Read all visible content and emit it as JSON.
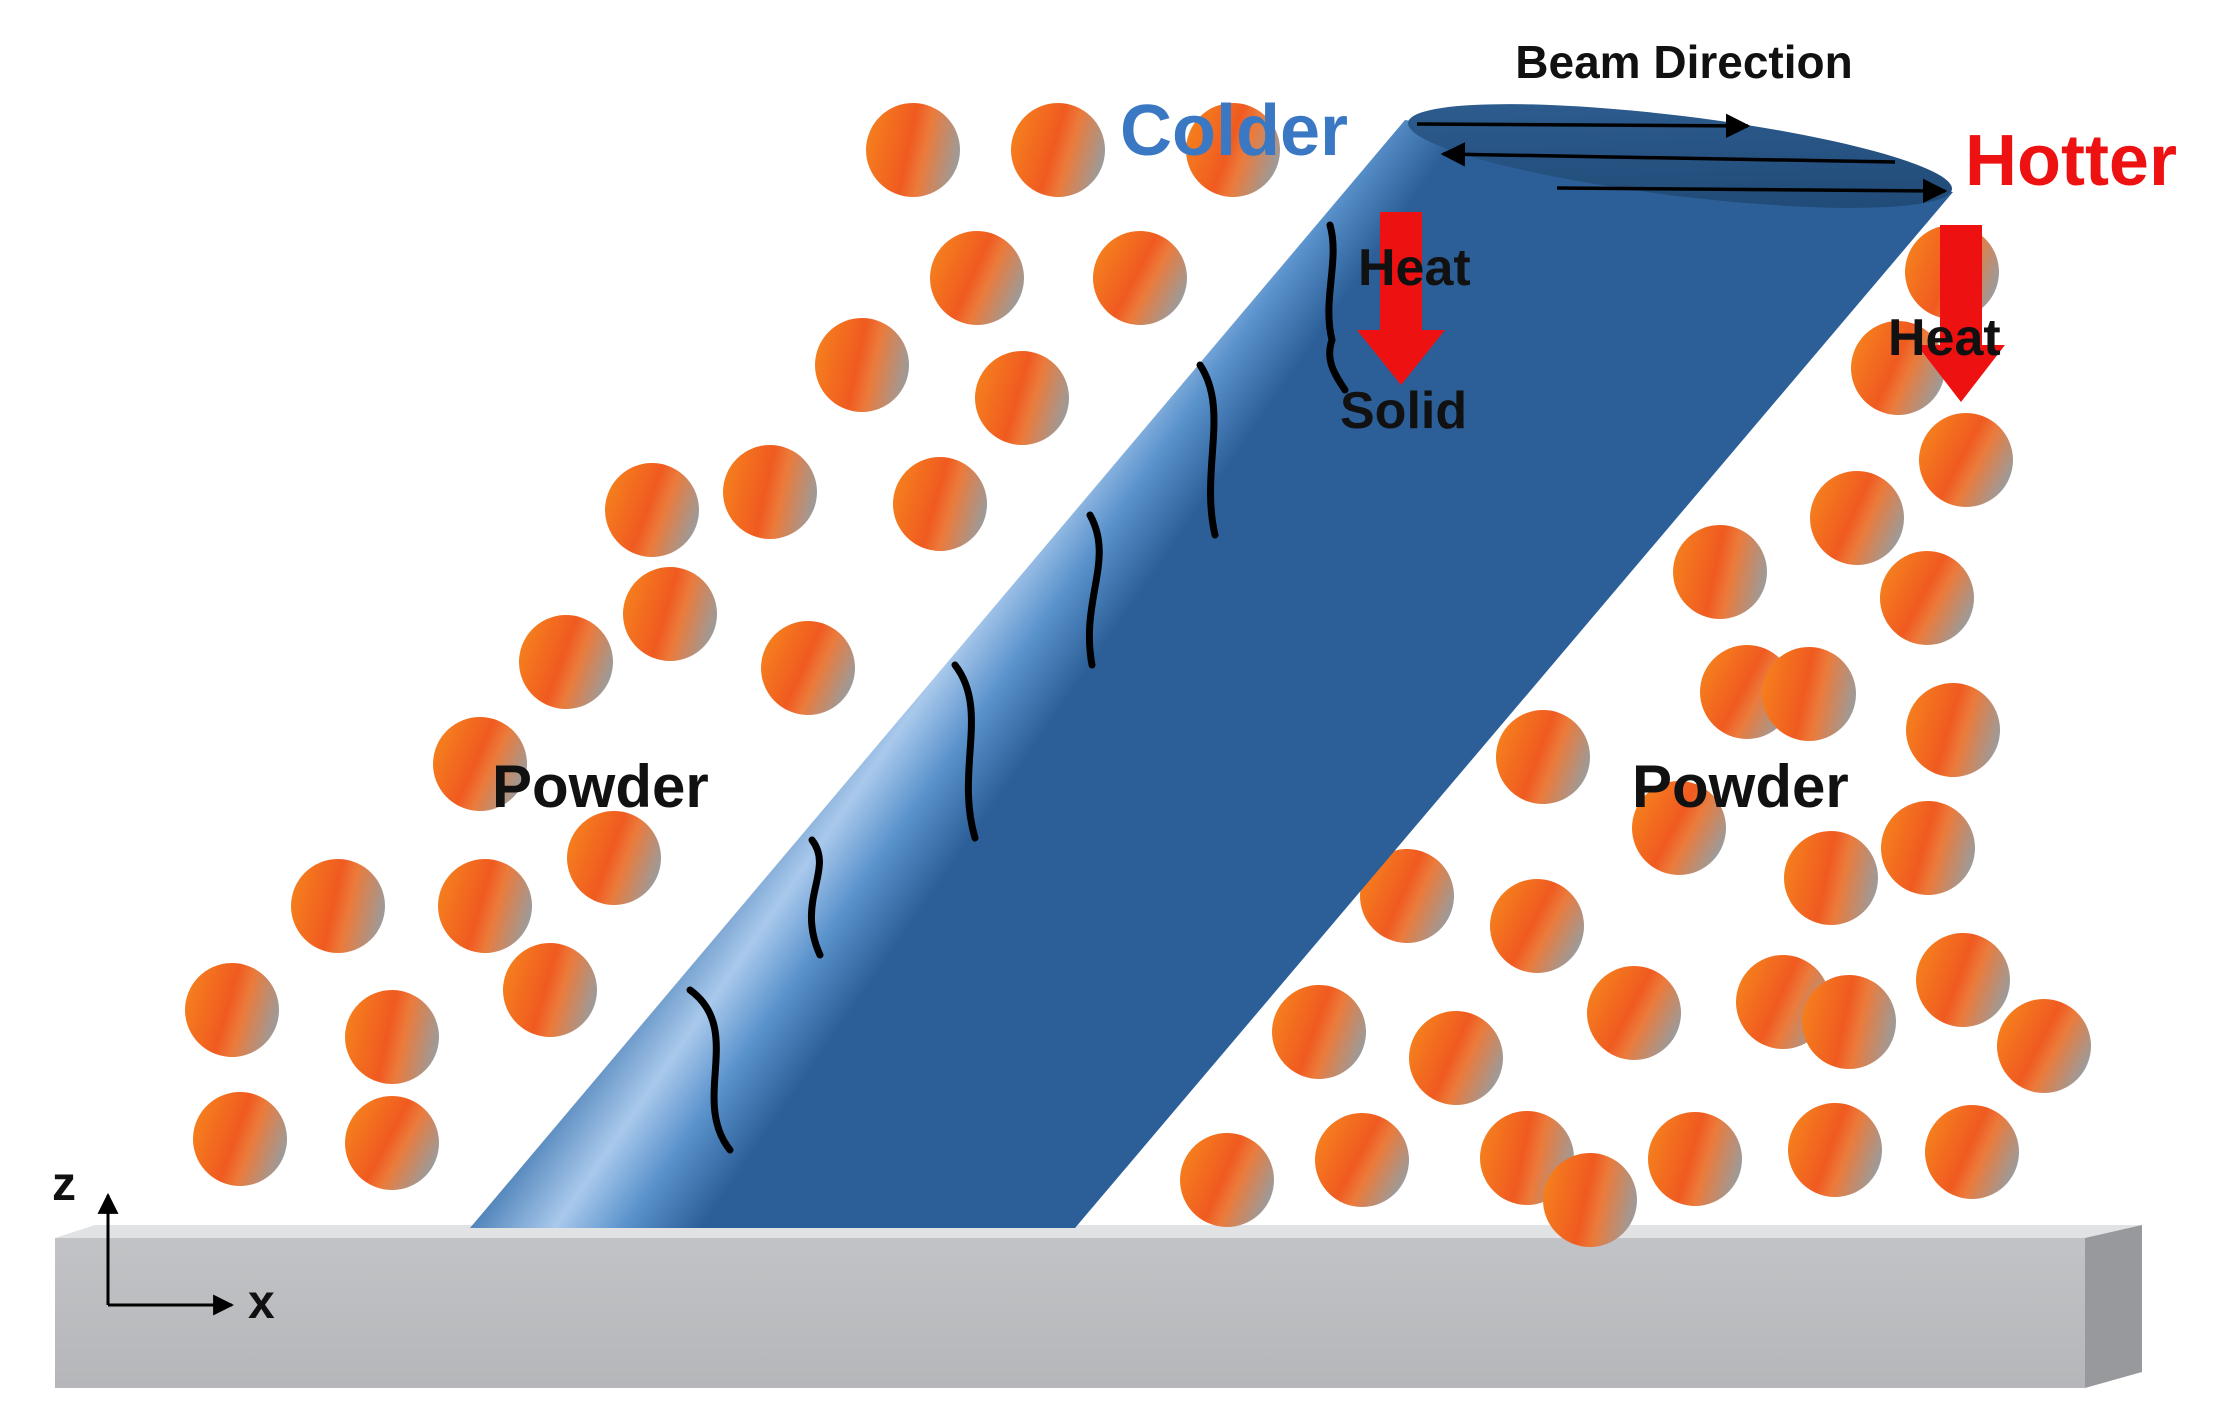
{
  "labels": {
    "beam_direction": "Beam Direction",
    "colder": "Colder",
    "hotter": "Hotter",
    "heat_left": "Heat",
    "heat_right": "Heat",
    "solid": "Solid",
    "powder_left": "Powder",
    "powder_right": "Powder",
    "axis_z": "z",
    "axis_x": "x"
  },
  "colors": {
    "colder": "#3a78c4",
    "hotter": "#ee1111",
    "heat_arrow": "#ee1111",
    "strut": "#4a84c0",
    "substrate": "#bcbec1",
    "particle_orange": "#f07a20",
    "particle_gray": "#9a9a9a"
  },
  "icons": {
    "particle": "powder-particle",
    "heat_arrow": "down-arrow-icon",
    "beam_arrow": "right-arrow-icon"
  }
}
